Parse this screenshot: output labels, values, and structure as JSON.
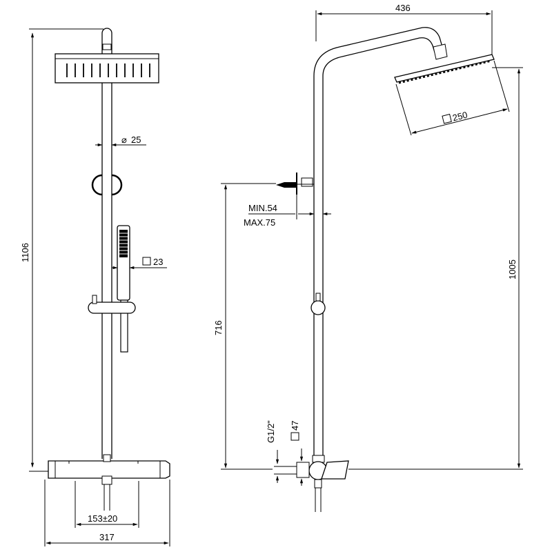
{
  "front_view": {
    "overall_height": "1106",
    "pipe_diameter": "25",
    "handshower_size": "23",
    "inlet_spacing": "153±20",
    "body_width": "317"
  },
  "side_view": {
    "arm_projection": "436",
    "head_size": "250",
    "bracket_min": "MIN.54",
    "bracket_max": "MAX.75",
    "bracket_height": "716",
    "head_height": "1005",
    "thread": "G1/2\"",
    "body_size": "47"
  },
  "colors": {
    "line": "#000000",
    "background": "#ffffff"
  }
}
